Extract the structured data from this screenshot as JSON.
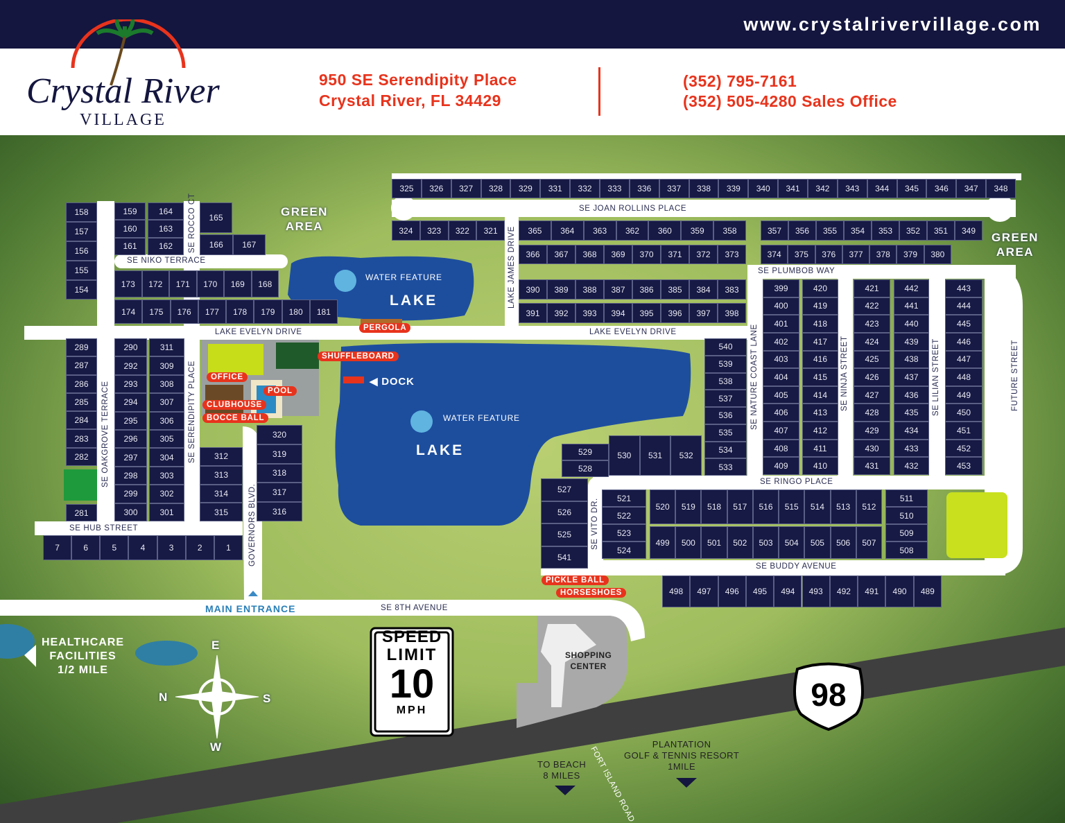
{
  "header": {
    "url": "www.crystalrivervillage.com",
    "logo_text": "Crystal River VILLAGE",
    "address_line1": "950 SE Serendipity Place",
    "address_line2": "Crystal River, FL 34429",
    "phone1": "(352) 795-7161",
    "phone2": "(352) 505-4280 Sales Office"
  },
  "colors": {
    "navy": "#14163f",
    "accent_red": "#e8331c",
    "lot": "#171a44",
    "lake": "#1d4e9e",
    "road": "#ffffff",
    "highway": "#3f3f3f"
  },
  "blocks": [
    {
      "lots": [
        "325",
        "326",
        "327",
        "328",
        "329",
        "331",
        "332",
        "333",
        "336",
        "337",
        "338",
        "339",
        "340",
        "341",
        "342",
        "343",
        "344",
        "345",
        "346",
        "347",
        "348"
      ]
    },
    {
      "lots": [
        "324",
        "323",
        "322",
        "321"
      ]
    },
    {
      "lots": [
        "365",
        "364",
        "363",
        "362",
        "360",
        "359",
        "358"
      ]
    },
    {
      "lots": [
        "366",
        "367",
        "368",
        "369",
        "370",
        "371",
        "372",
        "373"
      ]
    },
    {
      "lots": [
        "357",
        "356",
        "355",
        "354",
        "353",
        "352",
        "351",
        "349"
      ]
    },
    {
      "lots": [
        "374",
        "375",
        "376",
        "377",
        "378",
        "379",
        "380"
      ]
    },
    {
      "lots": [
        "390",
        "389",
        "388",
        "387",
        "386",
        "385",
        "384",
        "383"
      ]
    },
    {
      "lots": [
        "391",
        "392",
        "393",
        "394",
        "395",
        "396",
        "397",
        "398"
      ]
    },
    {
      "lots": [
        "158",
        "157",
        "156",
        "155",
        "154"
      ]
    },
    {
      "lots": [
        "159",
        "160",
        "161"
      ]
    },
    {
      "lots": [
        "164",
        "163",
        "162"
      ]
    },
    {
      "lots": [
        "165"
      ]
    },
    {
      "lots": [
        "166",
        "167"
      ]
    },
    {
      "lots": [
        "173",
        "172",
        "171",
        "170",
        "169",
        "168"
      ]
    },
    {
      "lots": [
        "174",
        "175",
        "176",
        "177",
        "178",
        "179",
        "180",
        "181"
      ]
    },
    {
      "lots": [
        "289",
        "287",
        "286",
        "285",
        "284",
        "283",
        "282"
      ]
    },
    {
      "lots": [
        "281"
      ]
    },
    {
      "lots": [
        "290",
        "292",
        "293",
        "294",
        "295",
        "296",
        "297",
        "298",
        "299",
        "300"
      ]
    },
    {
      "lots": [
        "311",
        "309",
        "308",
        "307",
        "306",
        "305",
        "304",
        "303",
        "302",
        "301"
      ]
    },
    {
      "lots": [
        "312",
        "313",
        "314",
        "315"
      ]
    },
    {
      "lots": [
        "320",
        "319",
        "318",
        "317",
        "316"
      ]
    },
    {
      "lots": [
        "7",
        "6",
        "5",
        "4",
        "3",
        "2",
        "1"
      ]
    },
    {
      "lots": [
        "540",
        "539",
        "538",
        "537",
        "536",
        "535",
        "534",
        "533"
      ]
    },
    {
      "lots": [
        "399",
        "400",
        "401",
        "402",
        "403",
        "404",
        "405",
        "406",
        "407",
        "408",
        "409"
      ]
    },
    {
      "lots": [
        "420",
        "419",
        "418",
        "417",
        "416",
        "415",
        "414",
        "413",
        "412",
        "411",
        "410"
      ]
    },
    {
      "lots": [
        "421",
        "422",
        "423",
        "424",
        "425",
        "426",
        "427",
        "428",
        "429",
        "430",
        "431"
      ]
    },
    {
      "lots": [
        "442",
        "441",
        "440",
        "439",
        "438",
        "437",
        "436",
        "435",
        "434",
        "433",
        "432"
      ]
    },
    {
      "lots": [
        "443",
        "444",
        "445",
        "446",
        "447",
        "448",
        "449",
        "450",
        "451",
        "452",
        "453"
      ]
    },
    {
      "lots": [
        "530",
        "531",
        "532"
      ]
    },
    {
      "lots": [
        "529",
        "528"
      ]
    },
    {
      "lots": [
        "527",
        "526",
        "525",
        "541"
      ]
    },
    {
      "lots": [
        "521",
        "522",
        "523",
        "524"
      ]
    },
    {
      "lots": [
        "520",
        "519",
        "518",
        "517",
        "516",
        "515",
        "514",
        "513",
        "512"
      ]
    },
    {
      "lots": [
        "499",
        "500",
        "501",
        "502",
        "503",
        "504",
        "505",
        "506",
        "507"
      ]
    },
    {
      "lots": [
        "511",
        "510",
        "509",
        "508"
      ]
    },
    {
      "lots": [
        "498",
        "497",
        "496",
        "495",
        "494",
        "493",
        "492",
        "491",
        "490",
        "489"
      ]
    }
  ],
  "streets": {
    "joan_rollins": "SE JOAN ROLLINS PLACE",
    "niko": "SE NIKO TERRACE",
    "rocco": "SE ROCCO CT",
    "lake_evelyn_1": "LAKE EVELYN DRIVE",
    "lake_evelyn_2": "LAKE EVELYN DRIVE",
    "lake_james": "LAKE JAMES DRIVE",
    "oakgrove": "SE OAKGROVE TERRACE",
    "serendipity": "SE SERENDIPITY PLACE",
    "hub": "SE HUB STREET",
    "governors": "GOVERNORS BLVD.",
    "plumbob": "SE PLUMBOB WAY",
    "nature_coast": "SE NATURE COAST LANE",
    "ninja": "SE NINJA STREET",
    "lilian": "SE LILIAN STREET",
    "future": "FUTURE STREET",
    "ringo": "SE RINGO PLACE",
    "vito": "SE VITO DR.",
    "buddy": "SE BUDDY AVENUE",
    "eighth": "SE 8TH AVENUE",
    "fort_island": "FORT ISLAND ROAD",
    "main_entrance": "MAIN ENTRANCE"
  },
  "amenities": {
    "pergola": "PERGOLA",
    "shuffleboard": "SHUFFLEBOARD",
    "office": "OFFICE",
    "pool": "POOL",
    "clubhouse": "CLUBHOUSE",
    "bocce": "BOCCE BALL",
    "pickleball": "PICKLE BALL",
    "horseshoes": "HORSESHOES",
    "dock": "◀ DOCK"
  },
  "lakes": {
    "lake1_label": "LAKE",
    "lake1_feature": "WATER FEATURE",
    "lake2_label": "LAKE",
    "lake2_feature": "WATER FEATURE"
  },
  "green_areas": {
    "a": "GREEN\nAREA",
    "b": "GREEN\nAREA"
  },
  "landmarks": {
    "healthcare": "HEALTHCARE\nFACILITIES\n1/2 MILE",
    "shopping": "SHOPPING\nCENTER",
    "beach": "TO BEACH\n8 MILES",
    "plantation": "PLANTATION\nGOLF & TENNIS RESORT\n1MILE"
  },
  "sign": {
    "speed": "SPEED",
    "limit": "LIMIT",
    "value": "10",
    "unit": "MPH"
  },
  "highway": {
    "route": "98"
  },
  "compass": {
    "top": "E",
    "left": "N",
    "right": "S",
    "bottom": "W"
  }
}
